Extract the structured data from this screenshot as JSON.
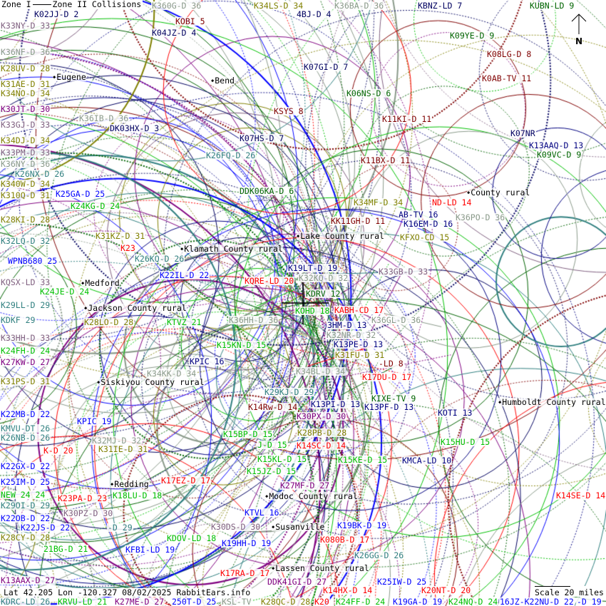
{
  "legend": {
    "zone1": "Zone I",
    "zone2": "Zone II Collisions"
  },
  "north_label": "N",
  "status": "Lat 42.205 Lon -120.327 08/02/2025 RabbitEars.info",
  "scale_label": "Scale 20 miles",
  "places": [
    "Eugene",
    "Bend",
    "Klamath County rural",
    "Jackson County rural",
    "Medford",
    "Lake County rural",
    "Siskiyou County rural",
    "Modoc County rural",
    "Humboldt County rural",
    "Lassen County rural",
    "Redding",
    "Susanville",
    "County rural"
  ],
  "stations": [
    "K02JJ-D 2",
    "K360G-D 36",
    "KOBI 5",
    "K04JZ-D 4",
    "K34LS-D 34",
    "4BJ-D 4",
    "K36BA-D 36",
    "KBNZ-LD 7",
    "KUBN-LD 9",
    "K33NY-D 33",
    "K36NF-D 36",
    "K28UV-D 28",
    "K31AE-D 31",
    "K34NO-D 34",
    "K30JT-D 30",
    "K33GJ-D 33",
    "K34DJ-D 34",
    "K33PM-D 33",
    "K36IB-D 36",
    "K36NY-D 36",
    "DK03HX-D 3",
    "K26NX-D 26",
    "K07HS-D 7",
    "K26FQ-D 26",
    "K340W-D 34",
    "K310Q-D 31",
    "K25GA-D 25",
    "K24KG-D 24",
    "DDK06KA-D 6",
    "K07GI-D 7",
    "K06NS-D 6",
    "KSYS 8",
    "K11KI-D 11",
    "K11BX-D 11",
    "K09YE-D 9",
    "K08LG-D 8",
    "K0AB-TV 11",
    "K07NR",
    "K13AAQ-D 13",
    "K09VC-D 9",
    "K34MF-D 34",
    "AB-TV 16",
    "ND-LD 14",
    "K36PO-D 36",
    "K16EM-D 16",
    "KK11GH-D 11",
    "KFXO-CD 15",
    "K28KI-D 28",
    "K31KZ-D 31",
    "K32LQ-D 32",
    "K23",
    "K26KQ-D 26",
    "WPNB680 25",
    "K22IL-D 22",
    "KQRE-LD 20",
    "K19LT-D 19",
    "K32KQ-D 32",
    "K33GB-D 33",
    "KQSX-LD 33",
    "K24JE-D 24",
    "K29LL-D 29",
    "KDRV 12",
    "KABH-CD 17",
    "KDKF 29",
    "K28LO-D 28",
    "KTVZ 21",
    "K36HH-D 36",
    "KOHD 18",
    "3HM-D 13",
    "K32NR-D 32",
    "K36GL-D 36",
    "K13PE-D 13",
    "K31FU-D 31",
    "-LD 8",
    "K33HH-D 33",
    "K24FH-D 24",
    "K15KN-D 15",
    "K27KW-D 27",
    "K34KK-D 34",
    "KPIC 16",
    "K34BL-D 34",
    "K17DU-D 17",
    "K31PS-D 31",
    "K29KJ-D 29",
    "K14Rw-D 14",
    "K13PI-D 13",
    "KIXE-TV 9",
    "K13PF-D 13",
    "KOTI 13",
    "K30PX-D 30",
    "K28PB-D 28",
    "K14SC-D 14",
    "K22MB-D 22",
    "KMVU-DT 26",
    "KPIC 19",
    "K26NB-D 26",
    "K-D 20",
    "K22GX-D 22",
    "K32MJ-D 32",
    "K15BP-D 15",
    "J-D 15",
    "K31IE-D 31",
    "K15KL-D 15",
    "K15KE-D 15",
    "K15HU-D 15",
    "KMCA-LD 10",
    "K15JZ-D 15",
    "K25IM-D 25",
    "K27MF-D 27",
    "K17EZ-D 17",
    "NEW 24 24",
    "K18LU-D 18",
    "K14SE-D 14",
    "K29OI-D 29",
    "K23PA-D 23",
    "K22OB-D 22",
    "KTVL 16",
    "K30DS-D 30",
    "K22JS-D 22",
    "K30PZ-D 30",
    "-D 29",
    "K19BK-D 19",
    "KDOV-LD 18",
    "K19HH-D 19",
    "K28CY-D 28",
    "21BG-D 21",
    "KFBI-LD 19",
    "K080B-D 17",
    "K26GG-D 26",
    "K13AAX-D 27",
    "DDK41GI-D 27",
    "K17RA-D 17",
    "K14HX-D 14",
    "K25IW-D 25",
    "KDRC-LD 26",
    "KRVU-LD 21",
    "K27ME-D 27",
    "250T-D 25",
    "KSL-TV",
    "K28QC-D 28",
    "K20",
    "K24FF-D 24",
    "K19GA-D 19",
    "K24NQ-D 24",
    "16JZ-K22NU-D 22",
    "K20NT-D 20",
    "-D 19"
  ],
  "colors": {
    "background": "#ffffff",
    "ch_low": "#000060",
    "vhf_hi": "#800000",
    "red": "#ff0000",
    "green": "#00c000",
    "blue": "#0000ff",
    "teal": "#2f7f7f",
    "purple": "#800080",
    "olive": "#808000",
    "gray": "#8a9a8a"
  }
}
